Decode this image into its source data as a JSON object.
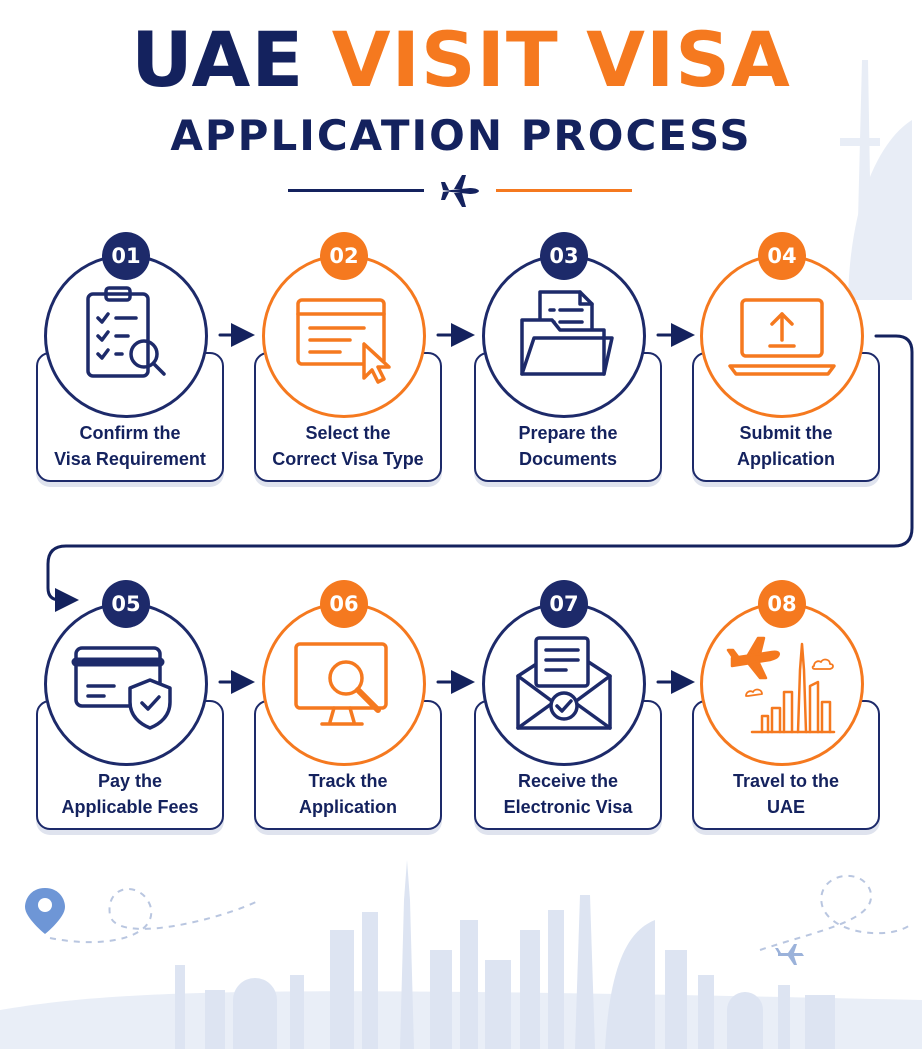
{
  "title": {
    "line1_part1": "UAE",
    "line1_part2": "VISIT VISA",
    "line2": "APPLICATION PROCESS"
  },
  "colors": {
    "navy": "#14225e",
    "orange": "#f5791f",
    "skyline": "#dbe3f2"
  },
  "steps": [
    {
      "number": "01",
      "line1": "Confirm the",
      "line2": "Visa Requirement",
      "icon": "clipboard-search-icon",
      "accent": "navy"
    },
    {
      "number": "02",
      "line1": "Select the",
      "line2": "Correct Visa Type",
      "icon": "browser-cursor-icon",
      "accent": "orange"
    },
    {
      "number": "03",
      "line1": "Prepare the",
      "line2": "Documents",
      "icon": "folder-documents-icon",
      "accent": "navy"
    },
    {
      "number": "04",
      "line1": "Submit the",
      "line2": "Application",
      "icon": "laptop-upload-icon",
      "accent": "orange"
    },
    {
      "number": "05",
      "line1": "Pay the",
      "line2": "Applicable Fees",
      "icon": "card-shield-icon",
      "accent": "navy"
    },
    {
      "number": "06",
      "line1": "Track the",
      "line2": "Application",
      "icon": "monitor-search-icon",
      "accent": "orange"
    },
    {
      "number": "07",
      "line1": "Receive the",
      "line2": "Electronic Visa",
      "icon": "envelope-check-icon",
      "accent": "navy"
    },
    {
      "number": "08",
      "line1": "Travel to the",
      "line2": "UAE",
      "icon": "plane-skyline-icon",
      "accent": "orange"
    }
  ]
}
